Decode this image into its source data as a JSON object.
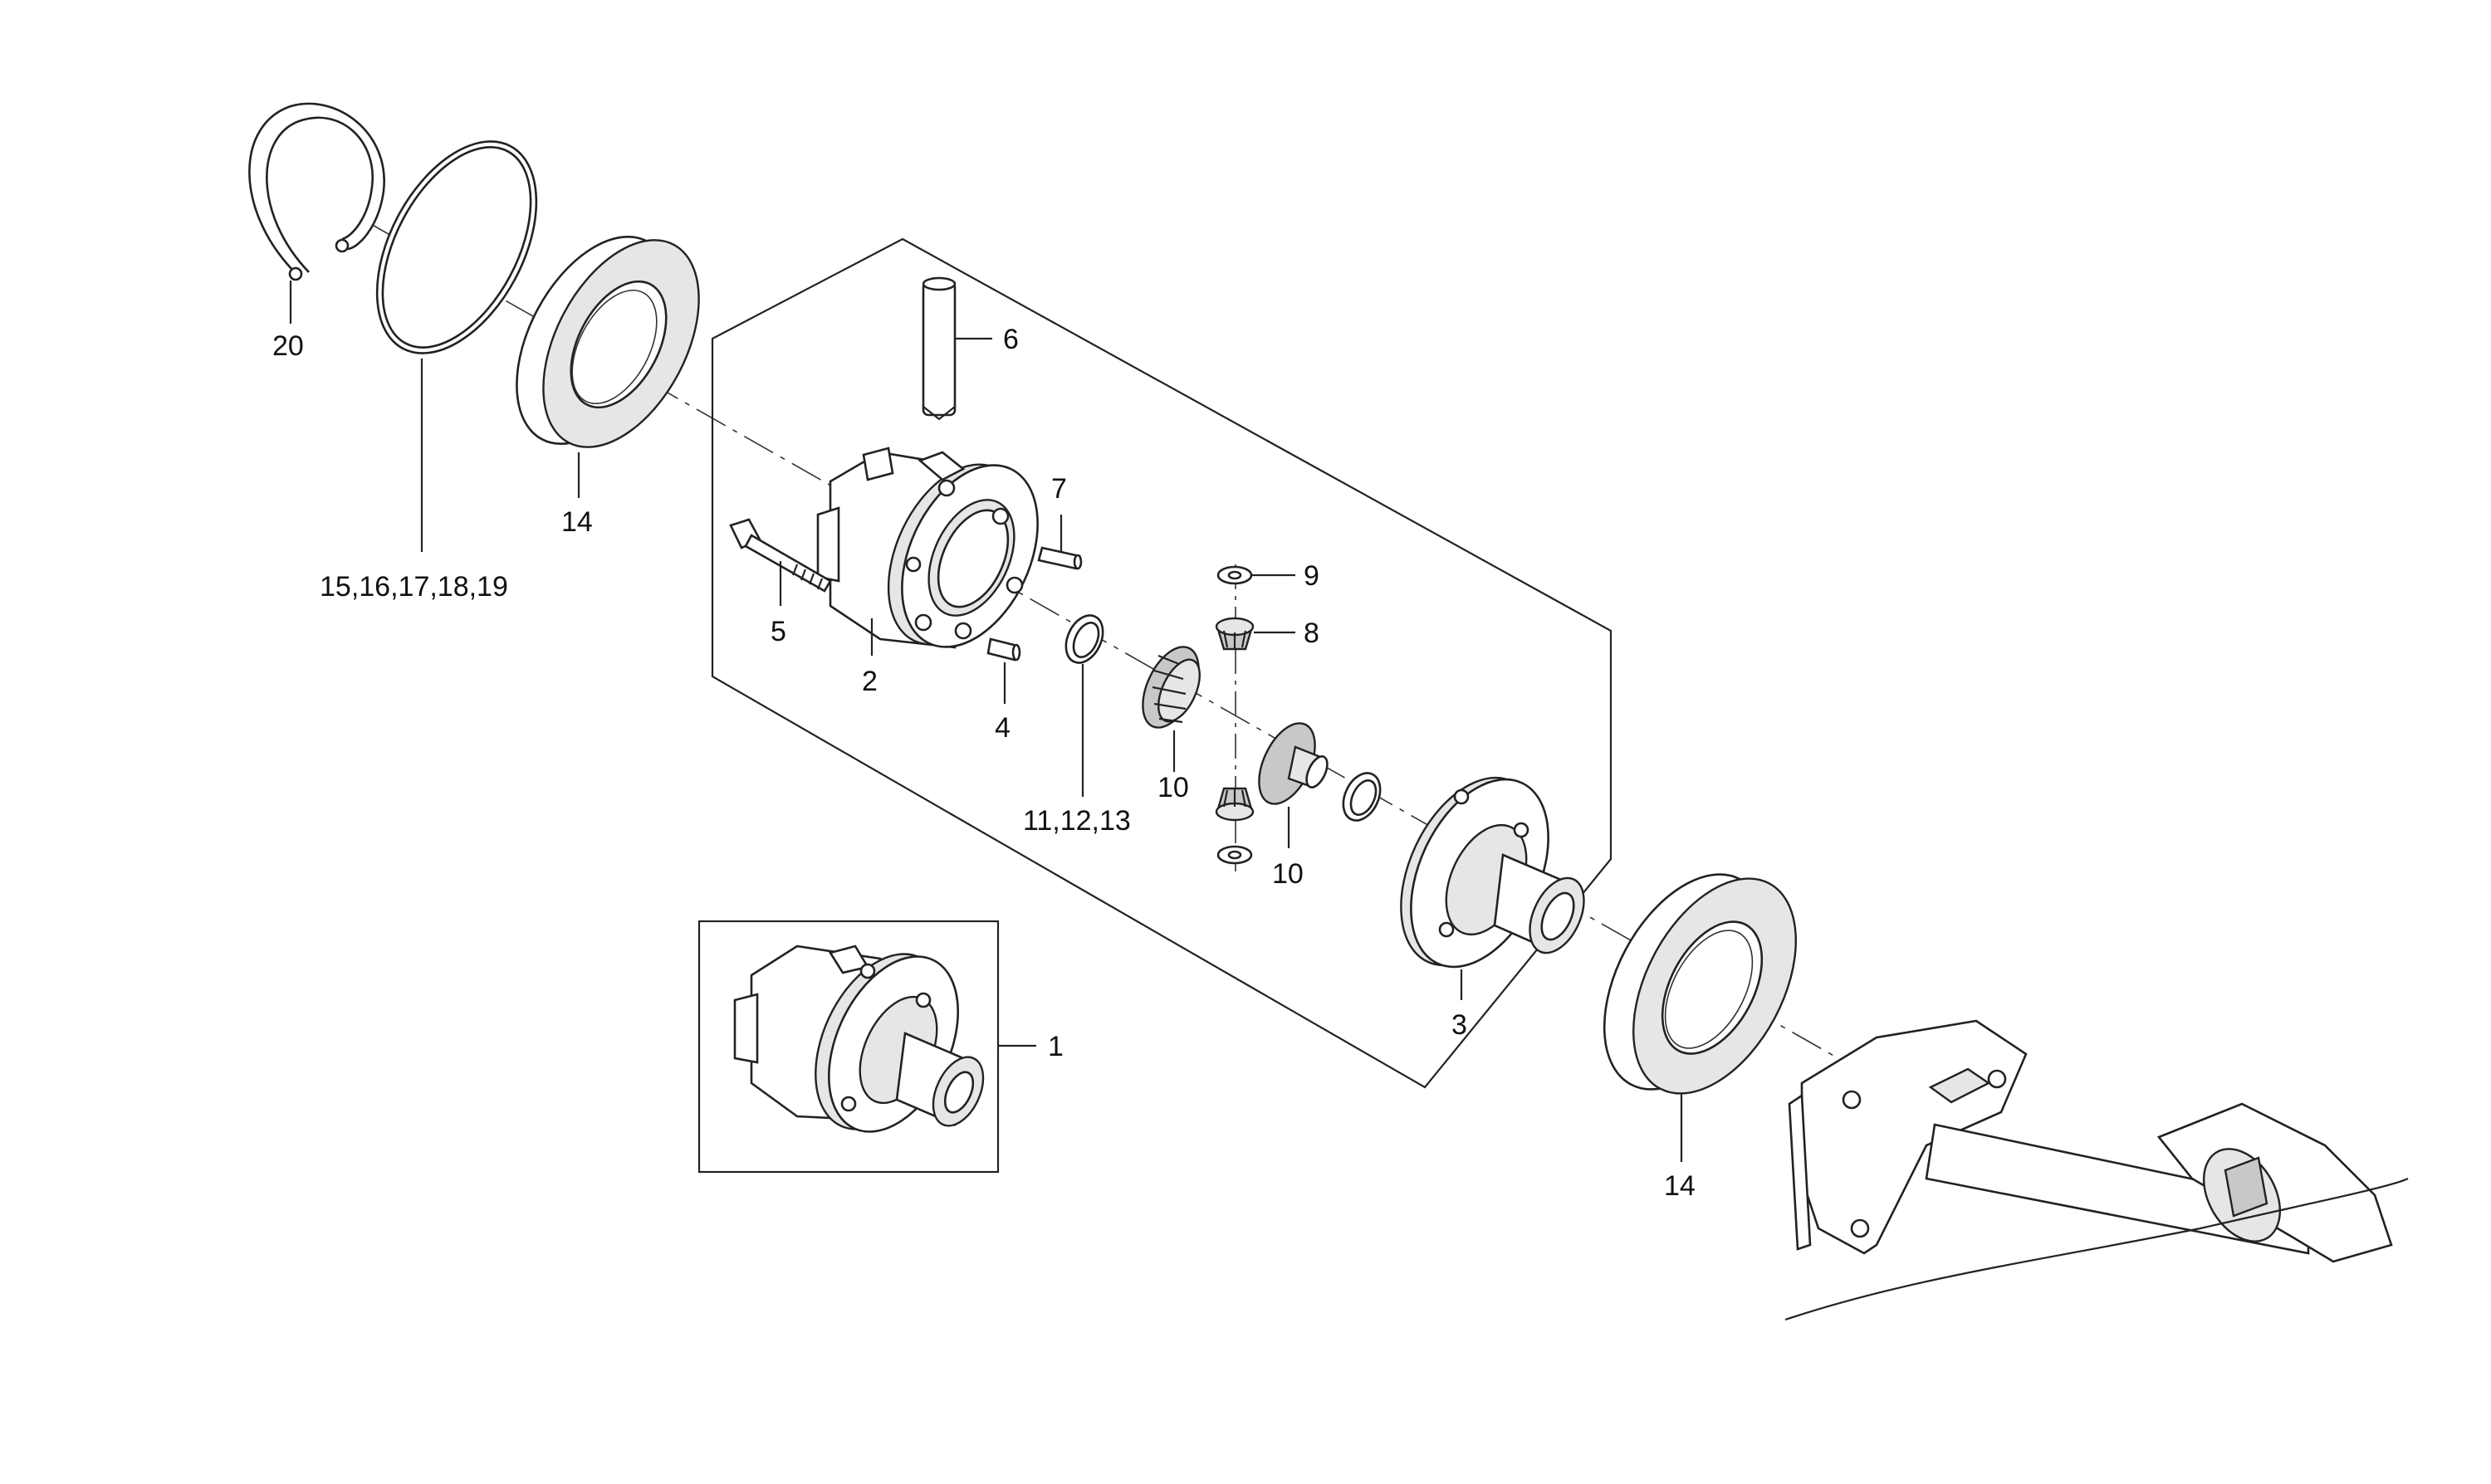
{
  "callouts": {
    "c1": "1",
    "c2": "2",
    "c3": "3",
    "c4": "4",
    "c5": "5",
    "c6": "6",
    "c7": "7",
    "c8": "8",
    "c9": "9",
    "c10a": "10",
    "c10b": "10",
    "c11_13": "11,12,13",
    "c14a": "14",
    "c14b": "14",
    "c15_19": "15,16,17,18,19",
    "c20": "20"
  }
}
